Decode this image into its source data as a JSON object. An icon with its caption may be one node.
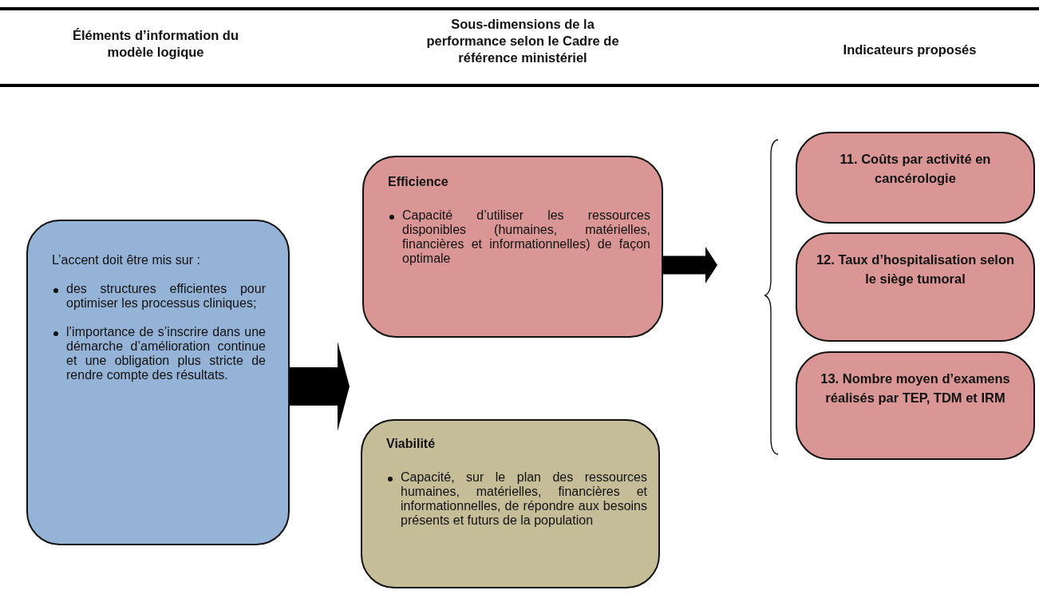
{
  "diagram": {
    "nodes": [
      {
        "text": [
          "L’accent doit être mis sur :",
          "des structures efficientes pour optimiser les processus cliniques;",
          "l’importance de s’inscrire dans une démarche d’amélioration continue et une obligation plus stricte de rendre compte des résultats."
        ]
      },
      {
        "text": [
          "Efficience",
          "Capacité d’utiliser les ressources disponibles (humaines, matérielles, financières et informationnelles) de façon optimale"
        ]
      },
      {
        "text": [
          "Viabilité",
          "Capacité, sur le plan des ressources humaines, matérielles, financières et informationnelles, de répondre aux besoins présents et futurs de la population"
        ]
      },
      {
        "text": [
          "11. Coûts par activité en cancérologie"
        ]
      },
      {
        "text": [
          "12. Taux d’hospitalisation selon le siège tumoral"
        ]
      },
      {
        "text": [
          "13. Nombre moyen d’examens réalisés par TEP, TDM et IRM"
        ]
      }
    ],
    "edges": [
      {
        "from": 0,
        "to": null,
        "arrow": "to",
        "style": "thick"
      },
      {
        "from": 1,
        "to": null,
        "arrow": "to",
        "style": "thick"
      }
    ],
    "labels": [
      "Éléments d’information du modèle logique",
      "Sous-dimensions de la performance selon le Cadre de référence ministériel",
      "Indicateurs proposés"
    ]
  }
}
